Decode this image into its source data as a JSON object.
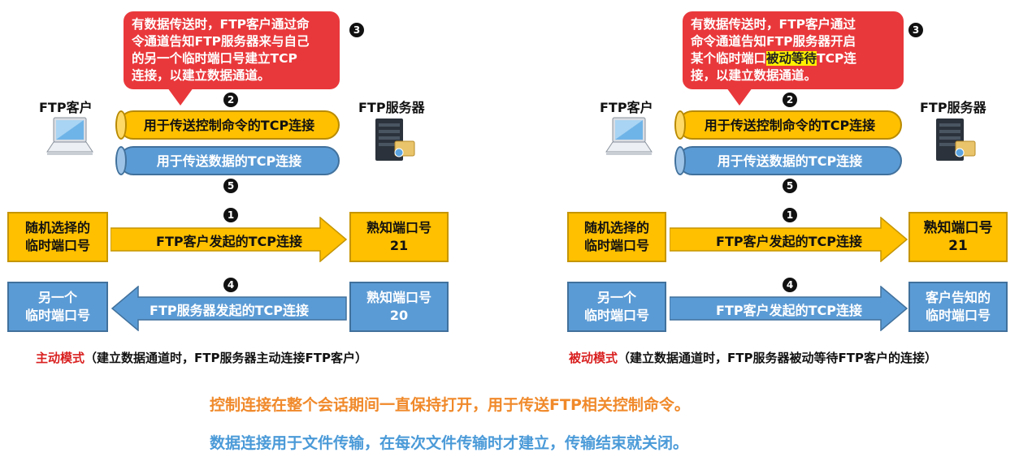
{
  "left": {
    "bubble_lines": [
      "有数据传送时，FTP客户通过命",
      "令通道告知FTP服务器来与自己",
      "的另一个临时端口号建立TCP",
      "连接，以建立数据通道。"
    ],
    "client_label": "FTP客户",
    "server_label": "FTP服务器",
    "control_pipe": "用于传送控制命令的TCP连接",
    "data_pipe": "用于传送数据的TCP连接",
    "box_random": "随机选择的\n临时端口号",
    "arrow1": "FTP客户发起的TCP连接",
    "box_known21": "熟知端口号\n21",
    "box_other": "另一个\n临时端口号",
    "arrow2": "FTP服务器发起的TCP连接",
    "box_known20": "熟知端口号\n20",
    "mode": "主动模式",
    "mode_desc": "（建立数据通道时，FTP服务器主动连接FTP客户）"
  },
  "right": {
    "bubble_pre": "有数据传送时，FTP客户通过",
    "bubble_l2": "命令通道告知FTP服务器开启",
    "bubble_l3a": "某个临时端口",
    "bubble_hl": "被动等待",
    "bubble_l3b": "TCP连",
    "bubble_l4": "接，以建立数据通道。",
    "client_label": "FTP客户",
    "server_label": "FTP服务器",
    "control_pipe": "用于传送控制命令的TCP连接",
    "data_pipe": "用于传送数据的TCP连接",
    "box_random": "随机选择的\n临时端口号",
    "arrow1": "FTP客户发起的TCP连接",
    "box_known21": "熟知端口号\n21",
    "box_other": "另一个\n临时端口号",
    "arrow2": "FTP客户发起的TCP连接",
    "box_client_port": "客户告知的\n临时端口号",
    "mode": "被动模式",
    "mode_desc": "（建立数据通道时，FTP服务器被动等待FTP客户的连接）"
  },
  "steps": [
    "1",
    "2",
    "3",
    "4",
    "5"
  ],
  "notes": {
    "control": "控制连接在整个会话期间一直保持打开，用于传送FTP相关控制命令。",
    "data": "数据连接用于文件传输，在每次文件传输时才建立，传输结束就关闭。"
  },
  "colors": {
    "red": "#e9383b",
    "yellow": "#ffc000",
    "blue": "#5b9bd5",
    "orange_note": "#f0892a",
    "blue_note": "#4a9ad8"
  }
}
